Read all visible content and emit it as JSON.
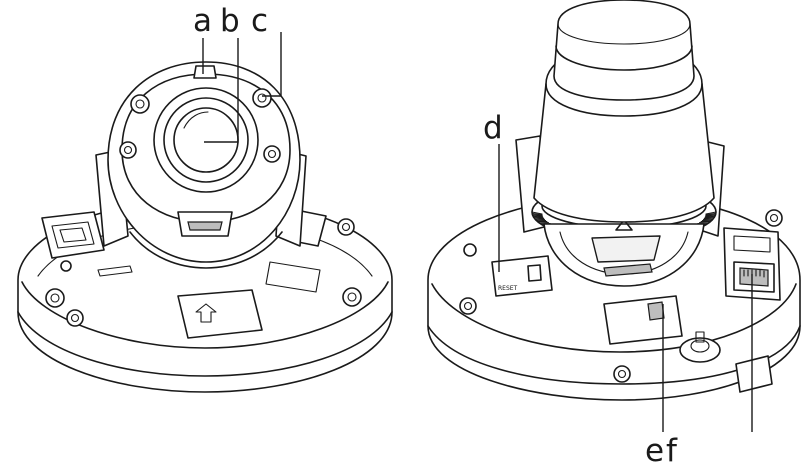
{
  "callouts": {
    "a": "a",
    "b": "b",
    "c": "c",
    "d": "d",
    "e": "e",
    "f": "f"
  },
  "colors": {
    "line": "#1a1a1a",
    "background": "#ffffff",
    "shade": "#bdbdbd"
  }
}
